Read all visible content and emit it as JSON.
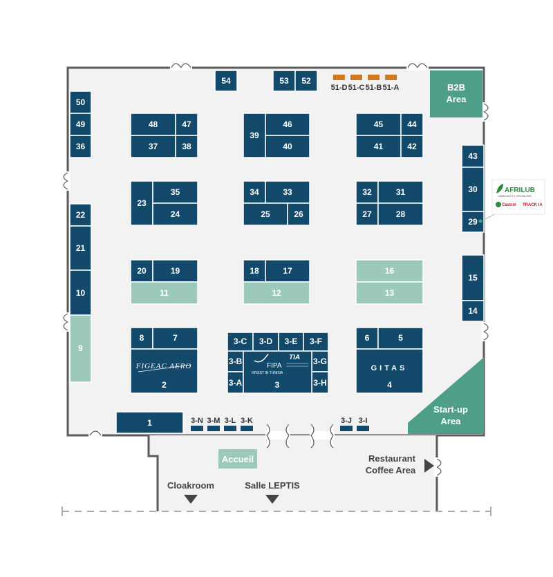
{
  "colors": {
    "floor": "#f2f2f2",
    "wall": "#5a5a5a",
    "booth_dark": "#134a6b",
    "booth_light": "#9cc9bb",
    "area_teal": "#4e9e8a",
    "small_booth_orange": "#d07a22",
    "arrow": "#444444"
  },
  "booths": {
    "b1": "1",
    "b2": "2",
    "b3": "3",
    "b4": "4",
    "b5": "5",
    "b6": "6",
    "b7": "7",
    "b8": "8",
    "b9": "9",
    "b10": "10",
    "b11": "11",
    "b12": "12",
    "b13": "13",
    "b14": "14",
    "b15": "15",
    "b16": "16",
    "b17": "17",
    "b18": "18",
    "b19": "19",
    "b20": "20",
    "b21": "21",
    "b22": "22",
    "b23": "23",
    "b24": "24",
    "b25": "25",
    "b26": "26",
    "b27": "27",
    "b28": "28",
    "b29": "29",
    "b30": "30",
    "b31": "31",
    "b32": "32",
    "b33": "33",
    "b34": "34",
    "b35": "35",
    "b36": "36",
    "b37": "37",
    "b38": "38",
    "b39": "39",
    "b40": "40",
    "b41": "41",
    "b42": "42",
    "b43": "43",
    "b44": "44",
    "b45": "45",
    "b46": "46",
    "b47": "47",
    "b48": "48",
    "b49": "49",
    "b50": "50",
    "b52": "52",
    "b53": "53",
    "b54": "54",
    "b3A": "3-A",
    "b3B": "3-B",
    "b3C": "3-C",
    "b3D": "3-D",
    "b3E": "3-E",
    "b3F": "3-F",
    "b3G": "3-G",
    "b3H": "3-H"
  },
  "small_booths": {
    "b51D": "51-D",
    "b51C": "51-C",
    "b51B": "51-B",
    "b51A": "51-A",
    "b3N": "3-N",
    "b3M": "3-M",
    "b3L": "3-L",
    "b3K": "3-K",
    "b3J": "3-J",
    "b3I": "3-I"
  },
  "areas": {
    "b2b_line1": "B2B",
    "b2b_line2": "Area",
    "startup_line1": "Start-up",
    "startup_line2": "Area",
    "accueil": "Accueil"
  },
  "directions": {
    "cloakroom": "Cloakroom",
    "salle": "Salle LEPTIS",
    "restaurant_line1": "Restaurant",
    "restaurant_line2": "Coffee Area"
  },
  "logos": {
    "figeac": "FIGEAC AERO",
    "fipa": "FIPA",
    "fipa_sub": "INVEST IN TUNISIA",
    "tia": "TIA",
    "gitas": "GITAS",
    "afrilub": "AFRILUB",
    "afrilub_sub": "LUBRICANTS & SPECIALTIES",
    "castrol": "Castrol",
    "track": "TRACK IA"
  }
}
